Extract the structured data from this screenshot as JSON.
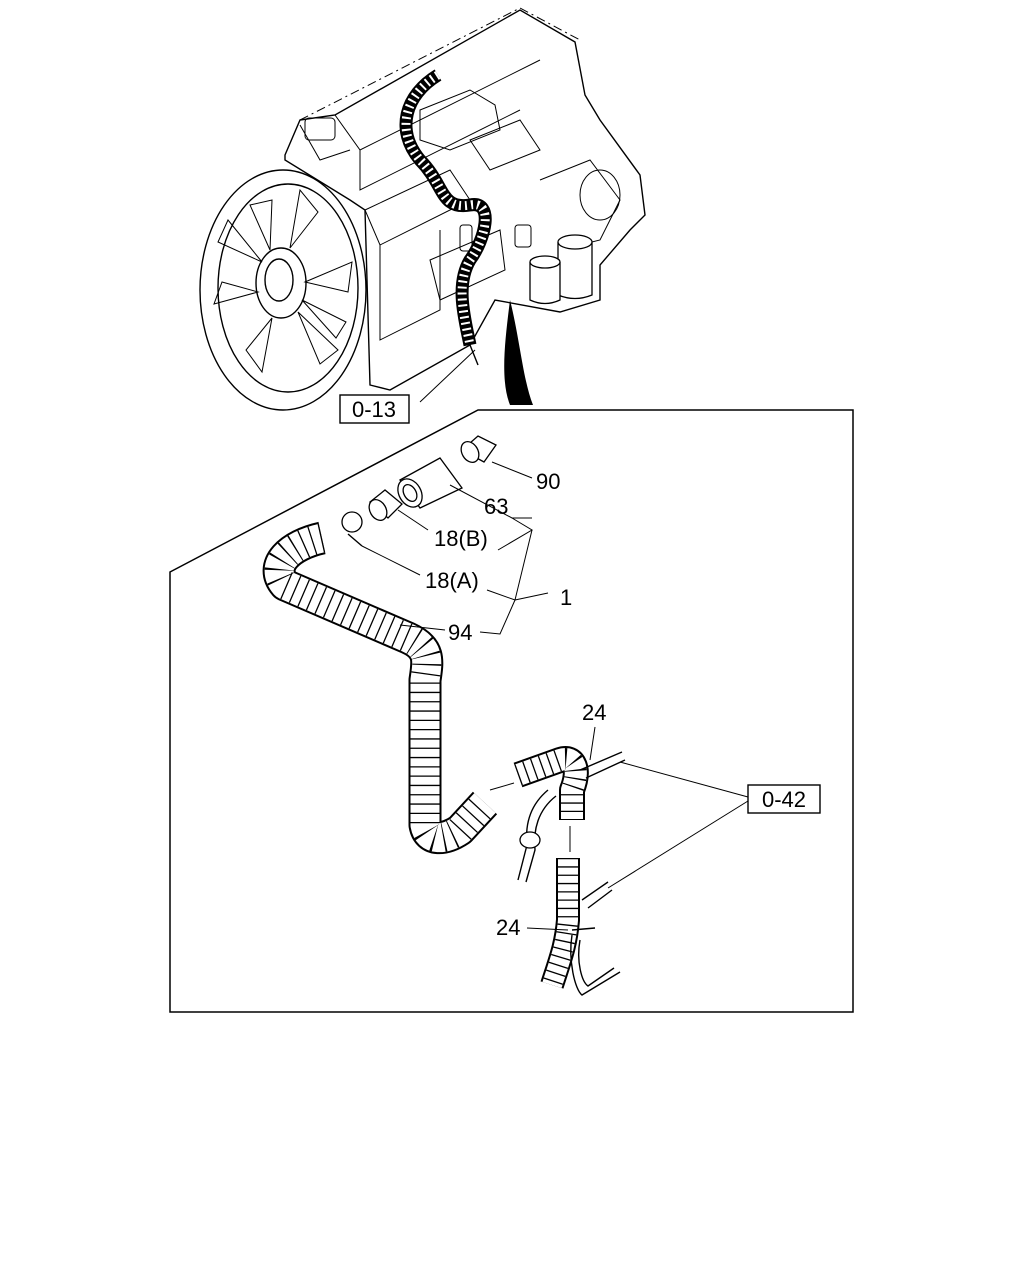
{
  "references": {
    "engine_ref": "0-13",
    "pipe_ref": "0-42"
  },
  "callouts": {
    "c90": "90",
    "c63": "63",
    "c18b": "18(B)",
    "c18a": "18(A)",
    "c1": "1",
    "c94": "94",
    "c24_top": "24",
    "c24_bottom": "24"
  }
}
